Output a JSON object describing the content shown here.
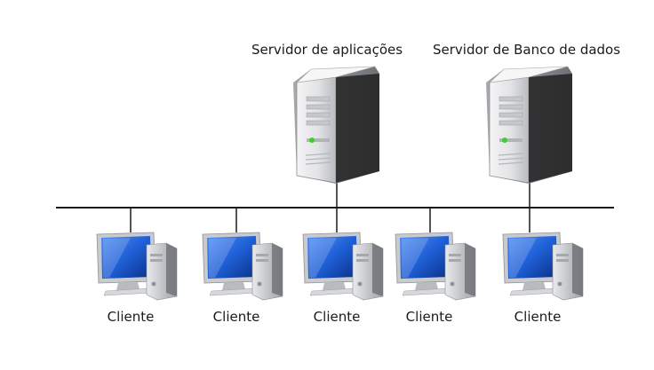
{
  "servers": [
    {
      "label": "Servidor de aplicações",
      "icon": "server-tower-icon"
    },
    {
      "label": "Servidor de Banco de dados",
      "icon": "server-tower-icon"
    }
  ],
  "clients": [
    {
      "label": "Cliente",
      "icon": "desktop-computer-icon"
    },
    {
      "label": "Cliente",
      "icon": "desktop-computer-icon"
    },
    {
      "label": "Cliente",
      "icon": "desktop-computer-icon"
    },
    {
      "label": "Cliente",
      "icon": "desktop-computer-icon"
    },
    {
      "label": "Cliente",
      "icon": "desktop-computer-icon"
    }
  ],
  "colors": {
    "line": "#1a1a1a",
    "text": "#1a1a1a",
    "screen": "#1f5fd6",
    "case": "#d9dadc",
    "led": "#39d12a"
  }
}
